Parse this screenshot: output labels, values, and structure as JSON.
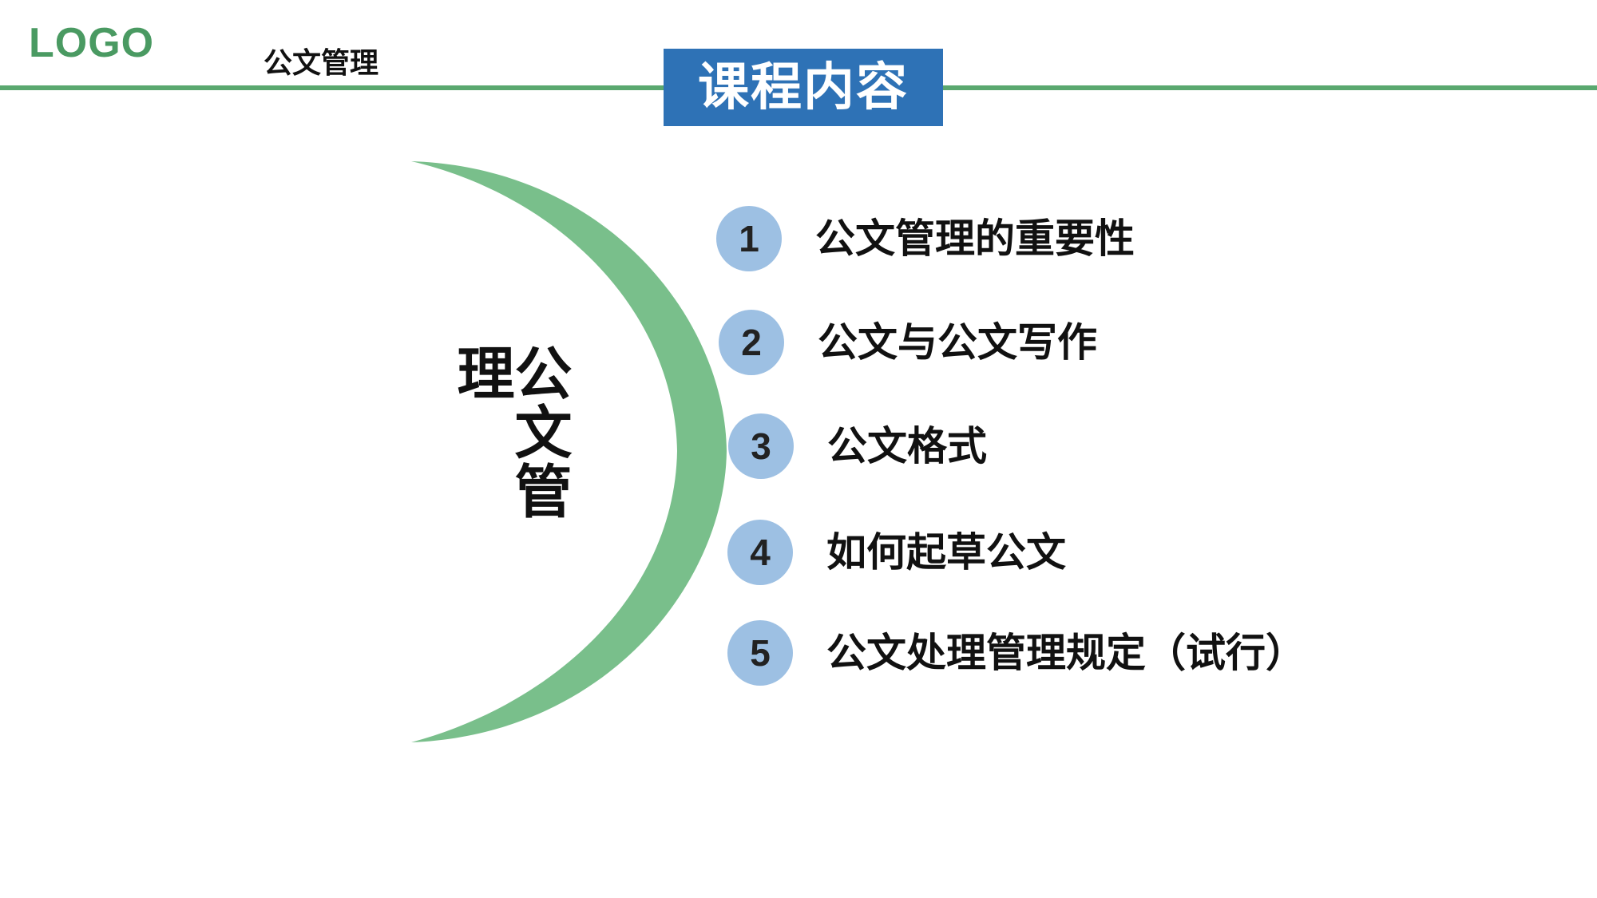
{
  "header": {
    "logo": "LOGO",
    "subtitle": "公文管理",
    "title": "课程内容"
  },
  "crescent": {
    "label": "公文管理"
  },
  "items": [
    {
      "number": "1",
      "label": "公文管理的重要性"
    },
    {
      "number": "2",
      "label": "公文与公文写作"
    },
    {
      "number": "3",
      "label": "公文格式"
    },
    {
      "number": "4",
      "label": "如何起草公文"
    },
    {
      "number": "5",
      "label": "公文处理管理规定（试行）"
    }
  ],
  "colors": {
    "accent_green": "#5aa86f",
    "crescent_green": "#79bf8b",
    "title_blue": "#2e72b6",
    "circle_blue": "#9dc0e3"
  }
}
